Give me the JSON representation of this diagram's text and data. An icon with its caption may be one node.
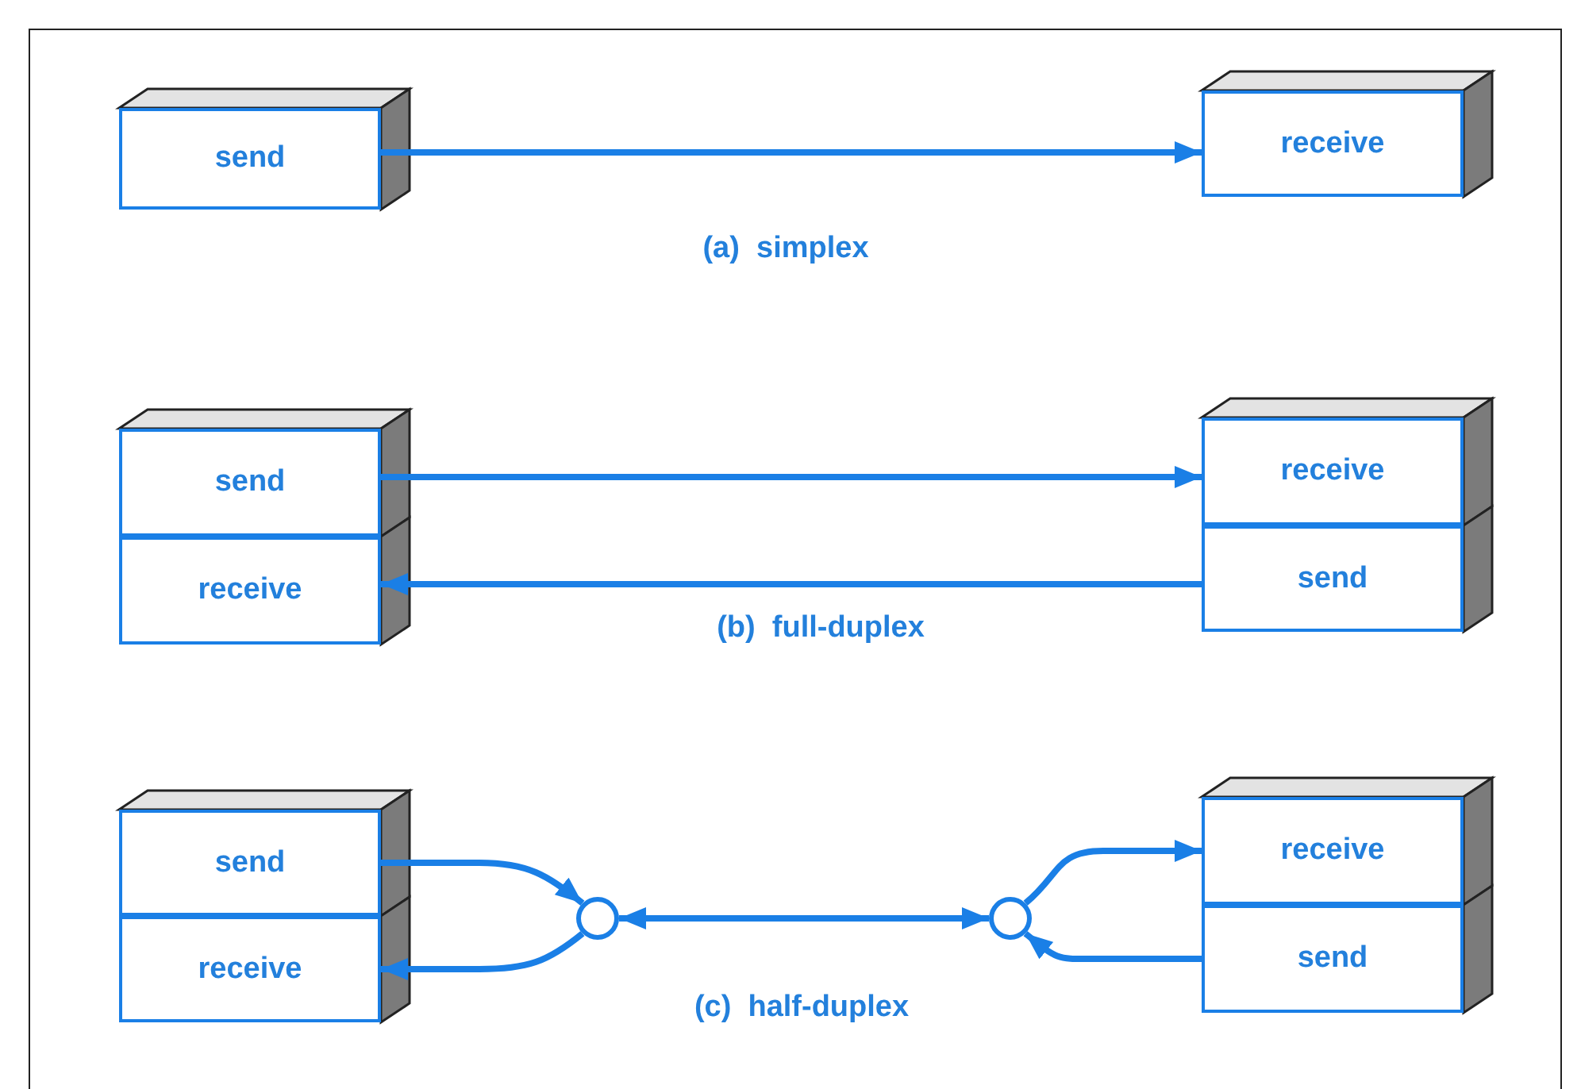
{
  "diagram": {
    "nodes": [
      {
        "text": [
          "send"
        ]
      },
      {
        "text": [
          "receive"
        ]
      },
      {
        "text": [
          "send"
        ]
      },
      {
        "text": [
          "receive"
        ]
      },
      {
        "text": [
          "receive"
        ]
      },
      {
        "text": [
          "send"
        ]
      },
      {
        "text": [
          "send"
        ]
      },
      {
        "text": [
          "receive"
        ]
      },
      {
        "text": [],
        "shape": "circle"
      },
      {
        "text": [],
        "shape": "circle"
      },
      {
        "text": [
          "receive"
        ]
      },
      {
        "text": [
          "send"
        ]
      }
    ],
    "edges": [
      {
        "from": 0,
        "to": 1,
        "arrow": "to"
      },
      {
        "from": 2,
        "to": 4,
        "arrow": "to"
      },
      {
        "from": 5,
        "to": 3,
        "arrow": "to"
      },
      {
        "from": 6,
        "to": 8,
        "arrow": "to"
      },
      {
        "from": 8,
        "to": 7,
        "arrow": "to"
      },
      {
        "from": 8,
        "to": 9,
        "arrow": "both"
      },
      {
        "from": 9,
        "to": 10,
        "arrow": "to"
      },
      {
        "from": 11,
        "to": 9,
        "arrow": "to"
      }
    ],
    "labels": [
      "(a)  simplex",
      "(b)  full-duplex",
      "(c)  half-duplex"
    ]
  }
}
